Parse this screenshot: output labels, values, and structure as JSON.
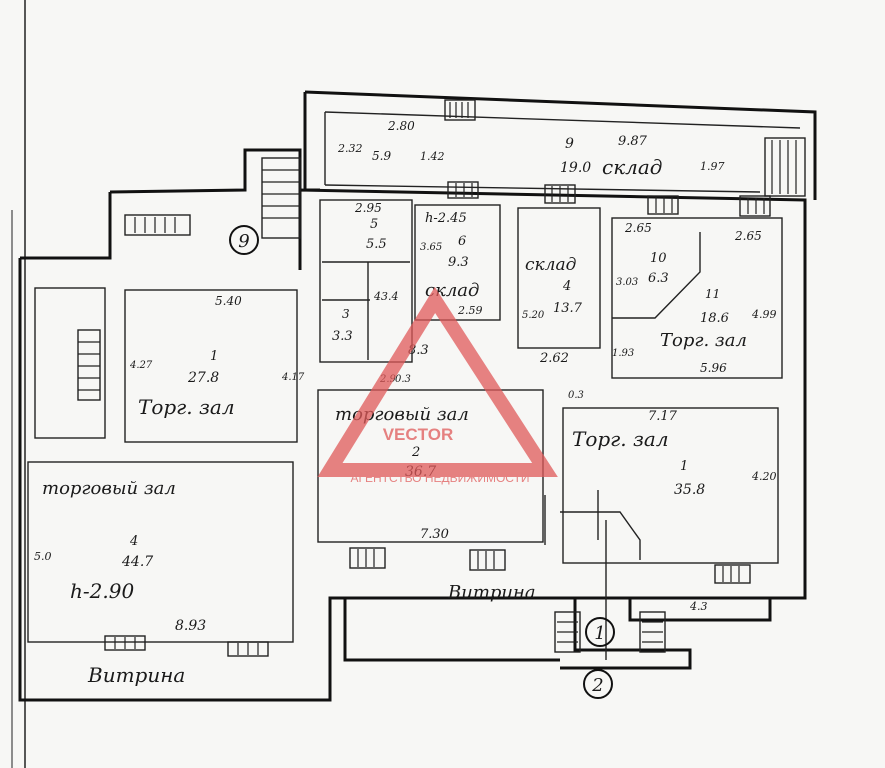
{
  "watermark": {
    "brand": "VECTOR",
    "tagline": "АГЕНТСТВО НЕДВИЖИМОСТИ",
    "color": "#e05a5a"
  },
  "circled_labels": [
    "9",
    "1",
    "2"
  ],
  "streets": {
    "bottom_left": "Витрина",
    "bottom_mid": "Витрина"
  },
  "rooms": {
    "r_top_small": {
      "dim_top": "2.80",
      "area": "5.9",
      "left_dim": "2.32",
      "right_dim": "1.42"
    },
    "r_sklad_top": {
      "num": "9",
      "area": "19.0",
      "name": "склад",
      "dim": "9.87",
      "right_dim": "1.97"
    },
    "r_5": {
      "dim": "2.95",
      "num": "5",
      "area": "5.5"
    },
    "r_6": {
      "height": "h-2.45",
      "num": "6",
      "area": "9.3",
      "name": "склад",
      "side": "3.65",
      "bottom": "2.59"
    },
    "r_4": {
      "name": "склад",
      "num": "4",
      "area": "13.7",
      "side": "5.20",
      "bottom": "2.62"
    },
    "r_10": {
      "num": "10",
      "area": "6.3",
      "dim_l": "2.65",
      "dim_r": "2.65",
      "side": "3.03"
    },
    "r_11": {
      "num": "11",
      "area": "18.6",
      "name": "Торг. зал",
      "bottom": "5.96",
      "side": "4.99",
      "side_l": "1.93"
    },
    "r_3": {
      "num": "3",
      "area": "3.3",
      "extra": "43.4"
    },
    "r_8": {
      "area": "8.3"
    },
    "r_7": {
      "num": "1",
      "area": "27.8",
      "name": "Торг. зал",
      "top": "5.40",
      "side_l": "4.27",
      "side_r": "4.17"
    },
    "r_2": {
      "name": "торговый зал",
      "num": "2",
      "area": "36.7",
      "bottom": "7.30",
      "small": "0.3"
    },
    "r_1": {
      "name": "Торг. зал",
      "num": "1",
      "area": "35.8",
      "top": "7.17",
      "side": "4.20"
    },
    "r_big": {
      "name": "торговый зал",
      "num": "4",
      "area": "44.7",
      "height": "h-2.90",
      "bottom": "8.93",
      "side": "5.0"
    },
    "r_misc": {
      "n1": "2.9",
      "n2": "0.3",
      "n3": "4.3"
    }
  }
}
